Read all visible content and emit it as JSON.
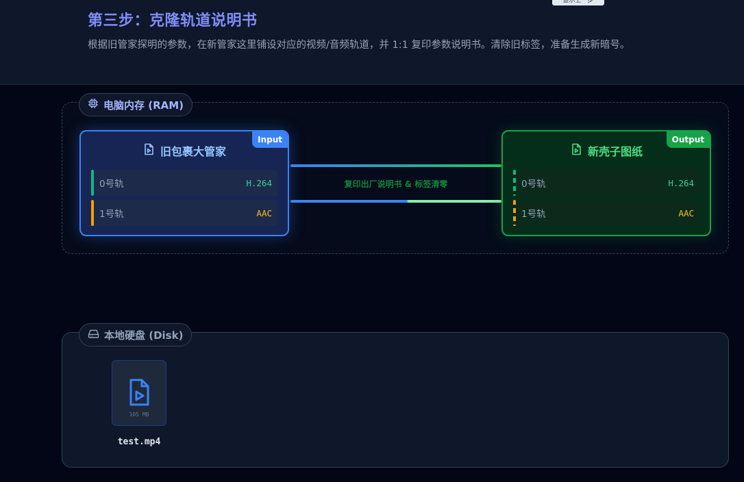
{
  "header": {
    "title": "第三步：克隆轨道说明书",
    "description": "根据旧管家探明的参数，在新管家这里铺设对应的视频/音频轨道，并 1:1 复印参数说明书。清除旧标签，准备生成新暗号。",
    "tooltip": "显示上一步"
  },
  "ram_zone": {
    "label": "电脑内存 (RAM)",
    "icon": "cpu-chip-icon"
  },
  "input_card": {
    "badge": "Input",
    "title": "旧包裹大管家",
    "icon": "file-video-icon",
    "tracks": [
      {
        "label": "0号轨",
        "codec": "H.264",
        "color": "#10b981"
      },
      {
        "label": "1号轨",
        "codec": "AAC",
        "color": "#f59e0b"
      }
    ]
  },
  "output_card": {
    "badge": "Output",
    "title": "新壳子图纸",
    "icon": "file-video-icon",
    "tracks": [
      {
        "label": "0号轨",
        "codec": "H.264",
        "color": "#10b981"
      },
      {
        "label": "1号轨",
        "codec": "AAC",
        "color": "#f59e0b"
      }
    ]
  },
  "connector": {
    "label": "复印出厂说明书 & 标签清零"
  },
  "disk_zone": {
    "label": "本地硬盘 (Disk)",
    "icon": "hard-drive-icon"
  },
  "file": {
    "name": "test.mp4",
    "size": "105 MB",
    "icon": "video-file-icon"
  },
  "colors": {
    "accent": "#818cf8",
    "input": "#3b82f6",
    "output": "#16a34a",
    "video_track": "#10b981",
    "audio_track": "#f59e0b"
  }
}
